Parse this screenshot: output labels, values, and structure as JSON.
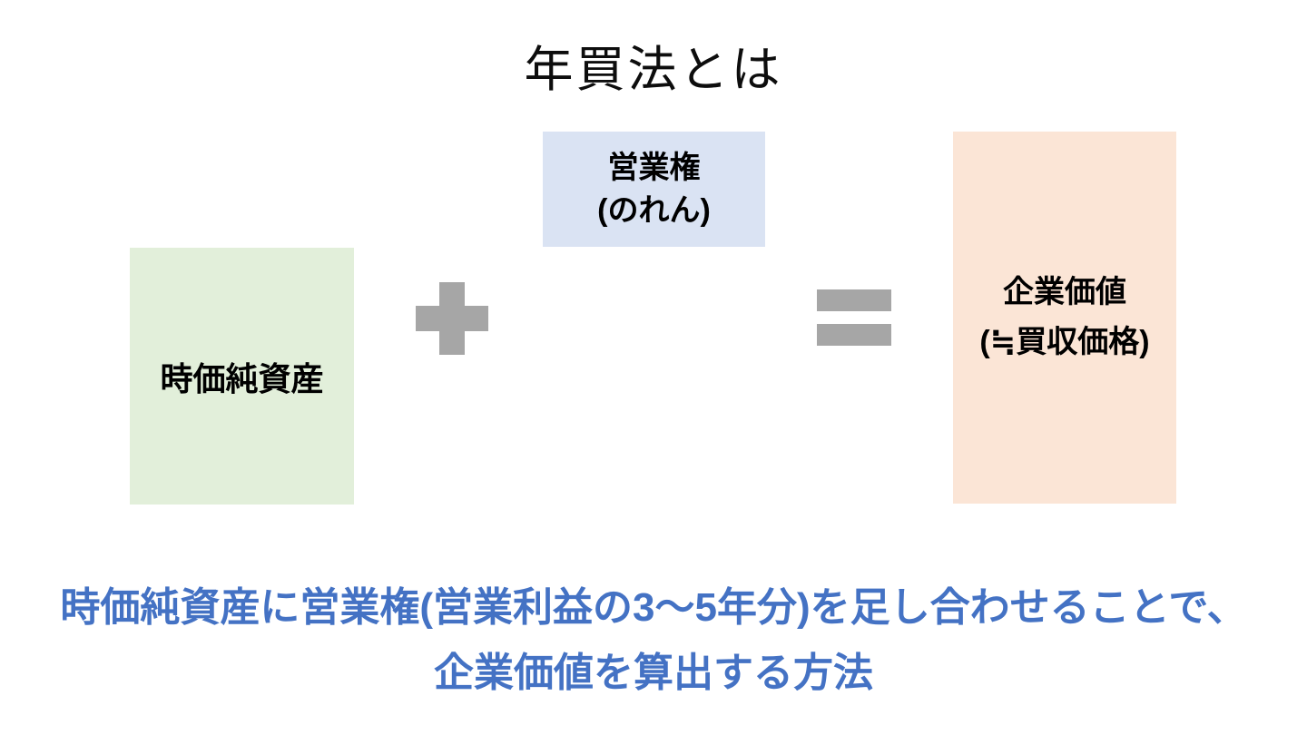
{
  "title": "年買法とは",
  "diagram": {
    "boxes": {
      "net_assets": {
        "label": "時価純資産",
        "bg": "#e2efda"
      },
      "goodwill": {
        "line1": "営業権",
        "line2": "(のれん)",
        "bg": "#dae3f3"
      },
      "enterprise_value": {
        "line1": "企業価値",
        "line2": "(≒買収価格)",
        "bg": "#fbe5d6"
      }
    },
    "operators": {
      "plus": "+",
      "equals": "=",
      "color": "#a6a6a6"
    }
  },
  "caption": {
    "line1": "時価純資産に営業権(営業利益の3〜5年分)を足し合わせることで、",
    "line2": "企業価値を算出する方法",
    "color": "#4472c4"
  }
}
